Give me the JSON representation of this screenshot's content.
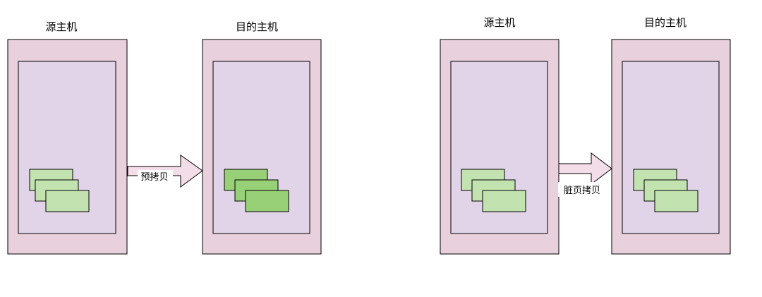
{
  "panels": [
    {
      "source_label": "源主机",
      "target_label": "目的主机",
      "arrow_label": "预拷贝",
      "target_pages_color": "#97d077"
    },
    {
      "source_label": "源主机",
      "target_label": "目的主机",
      "arrow_label": "脏页拷贝",
      "target_pages_color": "#c2e3b0"
    }
  ],
  "colors": {
    "host_fill": "#e8d0dc",
    "vm_fill": "#e2d4e8",
    "page_fill_light": "#c2e3b0",
    "arrow_fill": "#f3dde8"
  }
}
